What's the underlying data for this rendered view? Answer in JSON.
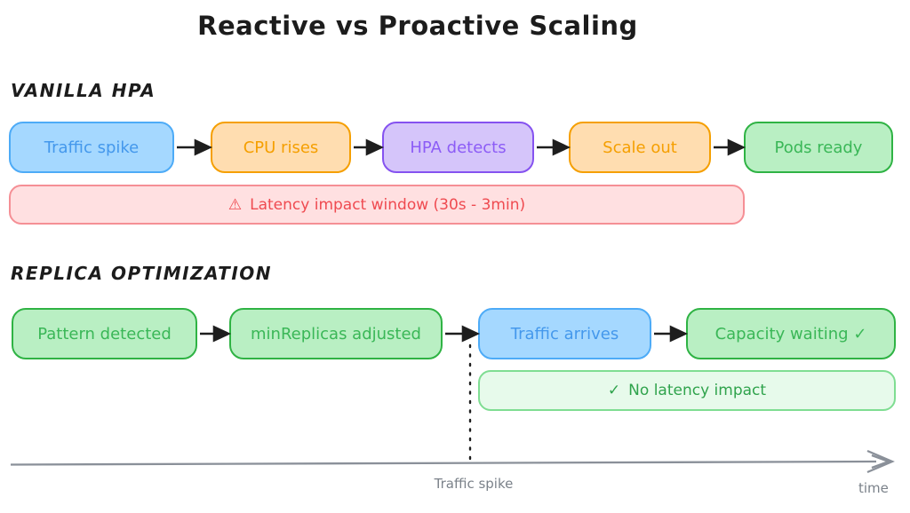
{
  "title": "Reactive vs Proactive Scaling",
  "sections": [
    {
      "heading": "VANILLA HPA",
      "boxes": [
        {
          "label": "Traffic spike",
          "color": "blue"
        },
        {
          "label": "CPU rises",
          "color": "orange"
        },
        {
          "label": "HPA detects",
          "color": "purple"
        },
        {
          "label": "Scale out",
          "color": "orange"
        },
        {
          "label": "Pods ready",
          "color": "green"
        }
      ],
      "banner": {
        "icon": "⚠",
        "label": "Latency impact window (30s - 3min)",
        "tone": "warning"
      }
    },
    {
      "heading": "REPLICA OPTIMIZATION",
      "boxes": [
        {
          "label": "Pattern detected",
          "color": "green"
        },
        {
          "label": "minReplicas adjusted",
          "color": "green"
        },
        {
          "label": "Traffic arrives",
          "color": "blue"
        },
        {
          "label": "Capacity waiting ✓",
          "color": "green"
        }
      ],
      "banner": {
        "icon": "✓",
        "label": "No latency impact",
        "tone": "success"
      }
    }
  ],
  "timeline": {
    "marker_label": "Traffic spike",
    "axis_label": "time"
  },
  "colors": {
    "blue_stroke": "#4dabf7",
    "blue_fill": "#a5d8ff",
    "orange_stroke": "#f59f00",
    "orange_fill": "#ffddb0",
    "purple_stroke": "#8552f0",
    "purple_fill": "#d5c5fa",
    "green_stroke": "#2fb344",
    "green_fill": "#b9efc3",
    "warning_stroke": "#f58f95",
    "warning_fill": "#ffe0e1",
    "warning_text": "#ef4a50",
    "success_stroke": "#7fdd92",
    "success_fill": "#e7faeb",
    "success_text": "#2fa34c",
    "axis_gray": "#868e96",
    "ink": "#1e1e1e"
  }
}
